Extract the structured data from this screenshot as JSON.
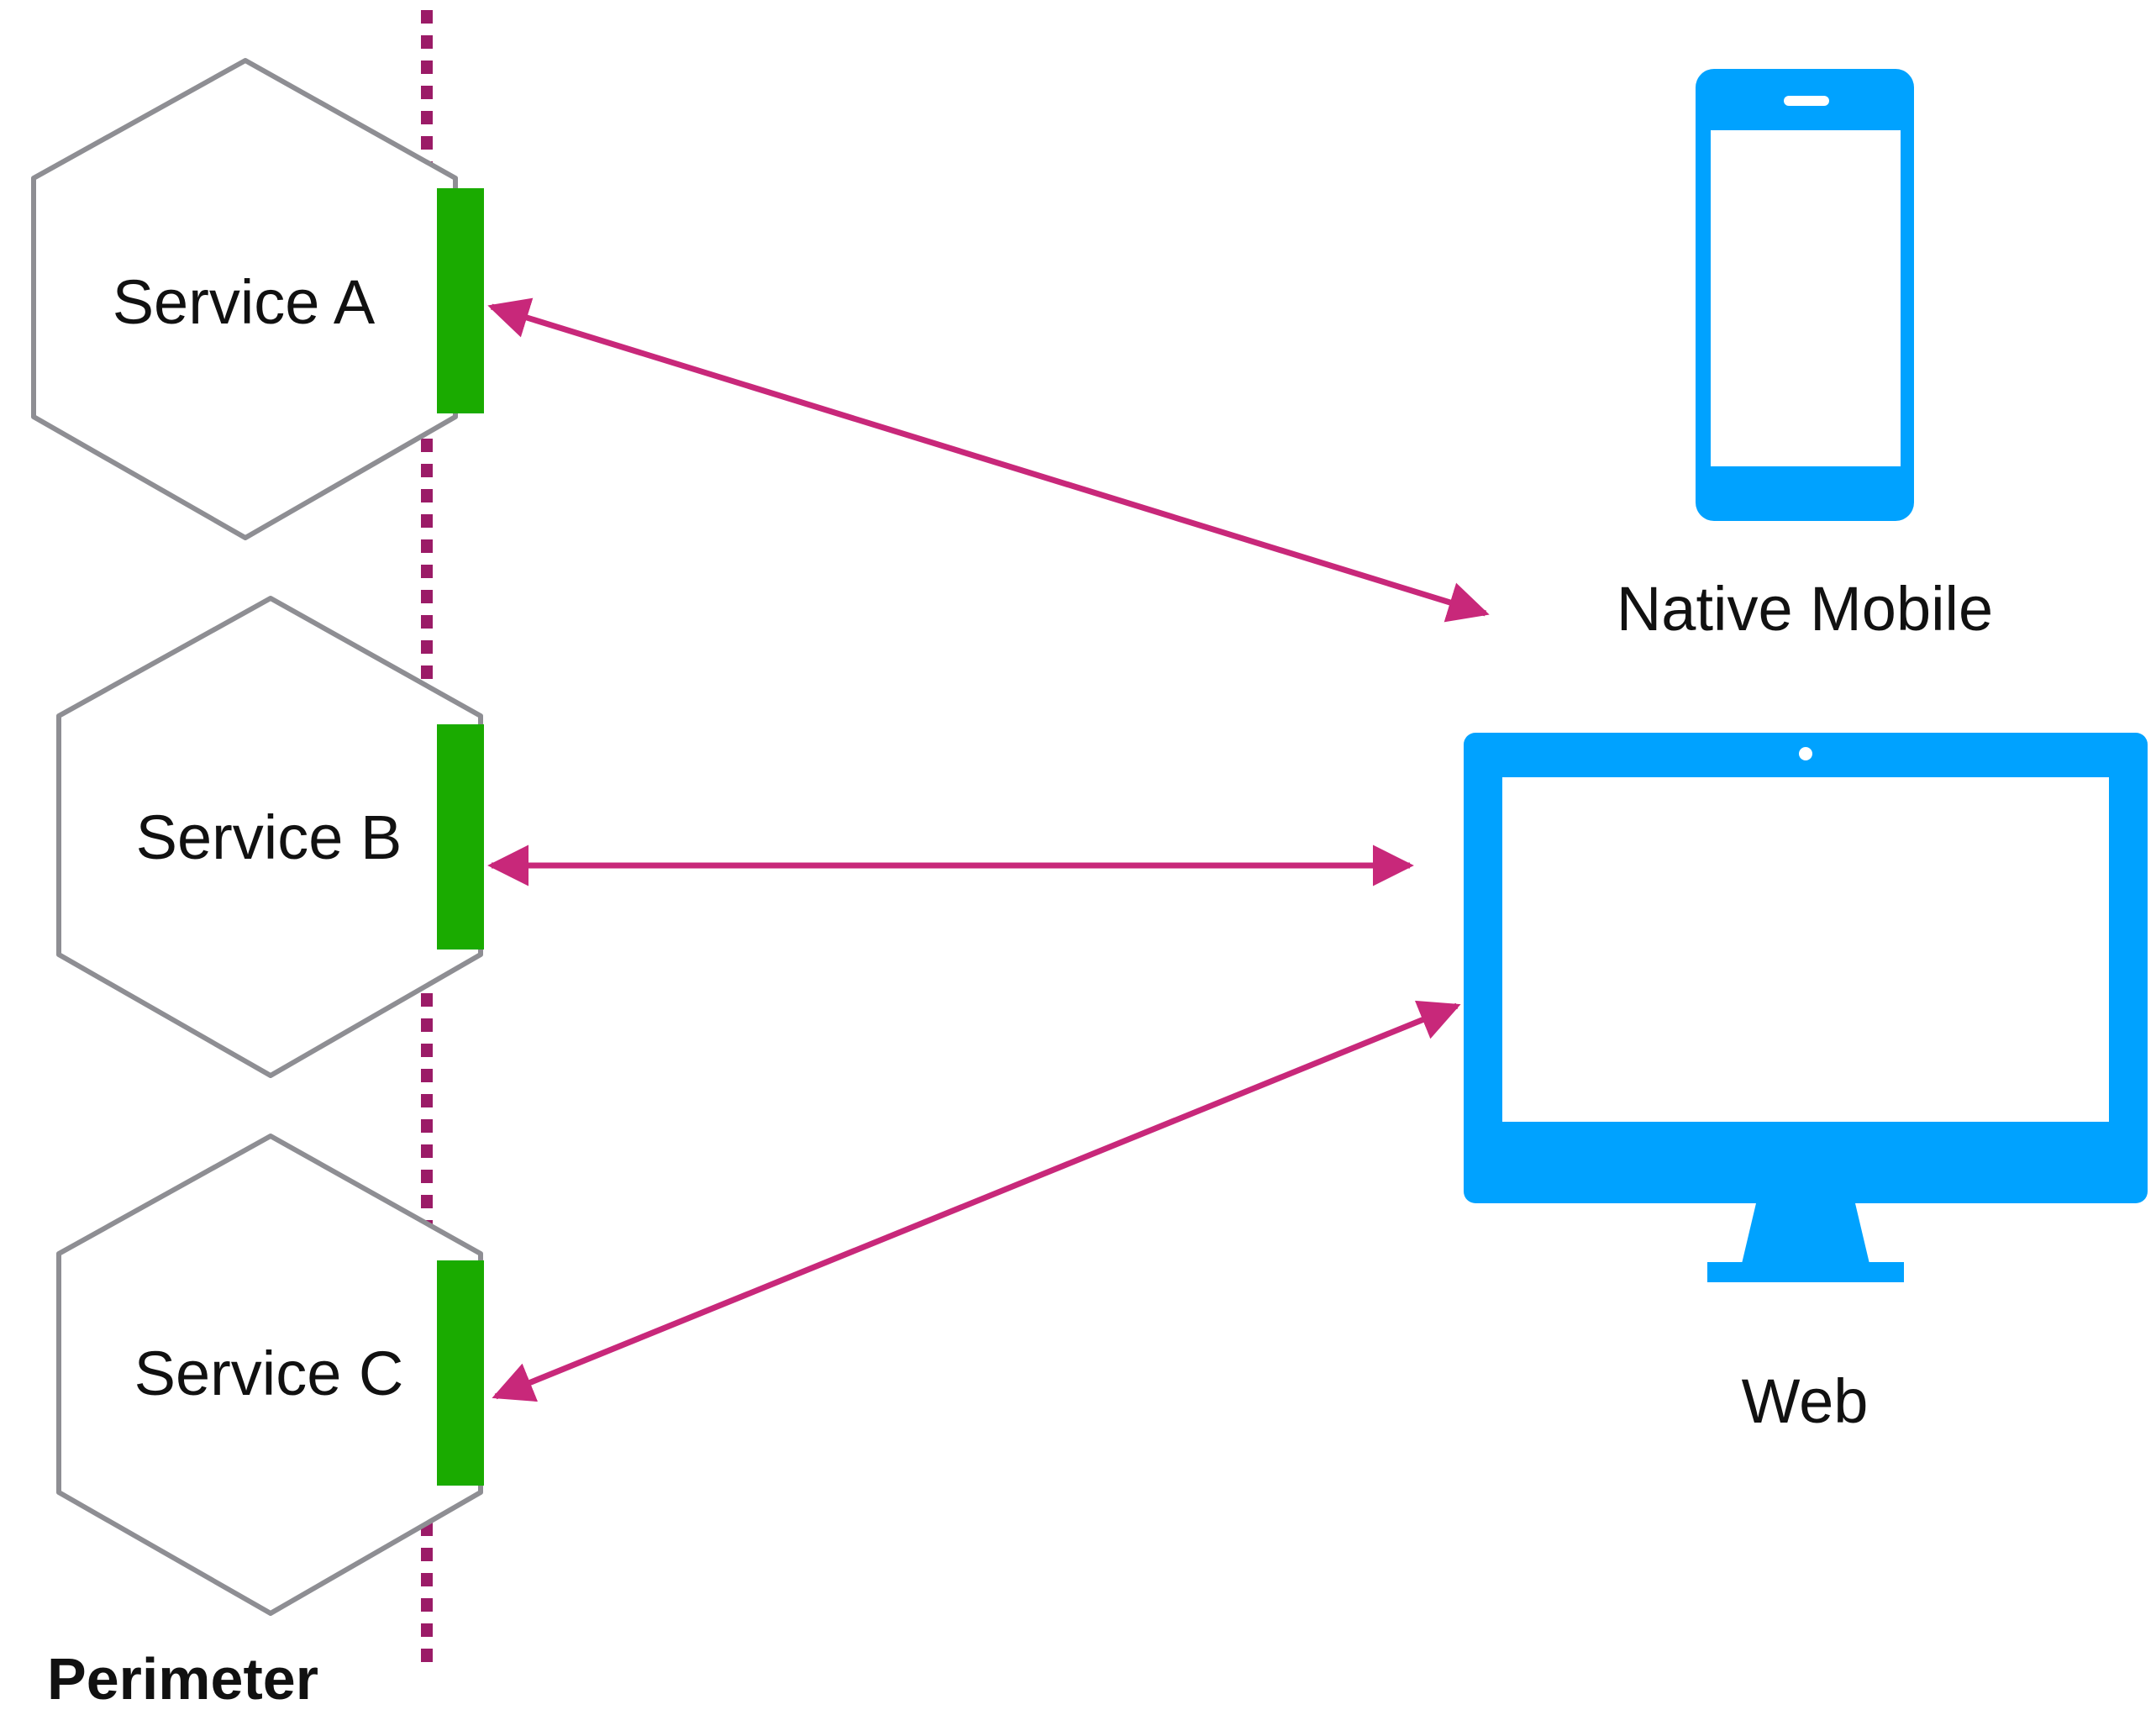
{
  "perimeter": {
    "label": "Perimeter"
  },
  "services": [
    {
      "label": "Service A"
    },
    {
      "label": "Service B"
    },
    {
      "label": "Service C"
    }
  ],
  "clients": {
    "mobile": {
      "label": "Native Mobile",
      "icon": "smartphone-icon"
    },
    "web": {
      "label": "Web",
      "icon": "desktop-monitor-icon"
    }
  },
  "colors": {
    "hexagon_stroke": "#8e8e93",
    "gateway": "#1aab00",
    "perimeter_line": "#9b1b67",
    "arrow": "#c8287a",
    "device": "#00a2ff",
    "text": "#111111"
  }
}
